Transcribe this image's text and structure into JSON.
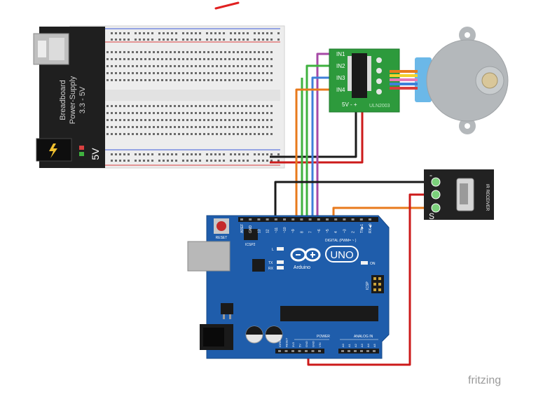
{
  "power_supply": {
    "name_line1": "Breadboard",
    "name_line2": "Power-Supply",
    "voltage_range": "3.3 - 5V",
    "output_label": "5V"
  },
  "driver_board": {
    "inputs": [
      "IN1",
      "IN2",
      "IN3",
      "IN4"
    ],
    "power_label": "5V -  +",
    "chip": "ULN2003"
  },
  "ir_receiver": {
    "label": "IR RECEIVER",
    "pin_minus": "-",
    "pin_signal": "S"
  },
  "arduino": {
    "brand": "Arduino",
    "model": "UNO",
    "reset": "RESET",
    "icsp2": "ICSP2",
    "icsp": "ICSP",
    "led_l": "L",
    "led_tx": "TX",
    "led_rx": "RX",
    "on": "ON",
    "digital_header": "DIGITAL (PWM= ~ )",
    "power_header": "POWER",
    "analog_header": "ANALOG IN",
    "top_pins": [
      "AREF",
      "GND",
      "13",
      "12",
      "~11",
      "~10",
      "~9",
      "8",
      "7",
      "~6",
      "~5",
      "4",
      "~3",
      "2",
      "TX▶1",
      "RX◀0"
    ],
    "power_pins": [
      "IOREF",
      "RESET",
      "3V3",
      "5V",
      "GND",
      "GND",
      "VIN"
    ],
    "analog_pins": [
      "A0",
      "A1",
      "A2",
      "A3",
      "A4",
      "A5"
    ]
  },
  "watermark": "fritzing",
  "colors": {
    "arduino_blue": "#1f5dab",
    "power_supply_black": "#1f1f1f",
    "driver_green": "#2d9a3c",
    "ir_black": "#222222",
    "wire_black": "#1a1a1a",
    "wire_red": "#cc1a1a",
    "wire_orange": "#e87a1c",
    "wire_green": "#3fb23f",
    "wire_purple": "#a64aa6",
    "wire_blue": "#3f7fd9",
    "motor_gray": "#b4b8bb",
    "motor_connector": "#6bb8e8"
  }
}
